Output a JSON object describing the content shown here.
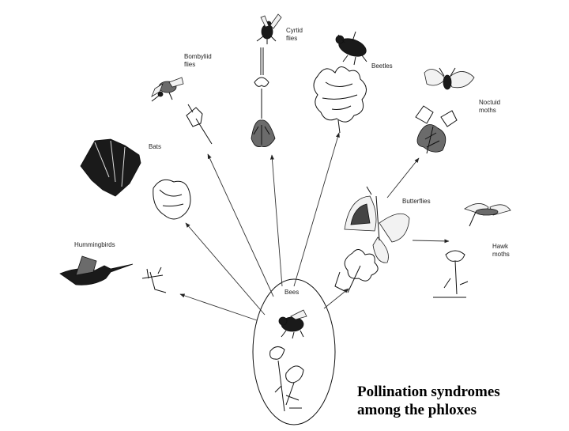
{
  "caption": {
    "line1": "Pollination syndromes",
    "line2": "among the phloxes"
  },
  "center": {
    "label": "Bees"
  },
  "labels": {
    "cyrtid": [
      "Cyrtid",
      "flies"
    ],
    "bombyliid": [
      "Bombyliid",
      "flies"
    ],
    "beetles": "Beetles",
    "noctuid": [
      "Noctuid",
      "moths"
    ],
    "bats": "Bats",
    "butterflies": "Butterflies",
    "hawk": [
      "Hawk",
      "moths"
    ],
    "hummingbirds": "Hummingbirds"
  }
}
